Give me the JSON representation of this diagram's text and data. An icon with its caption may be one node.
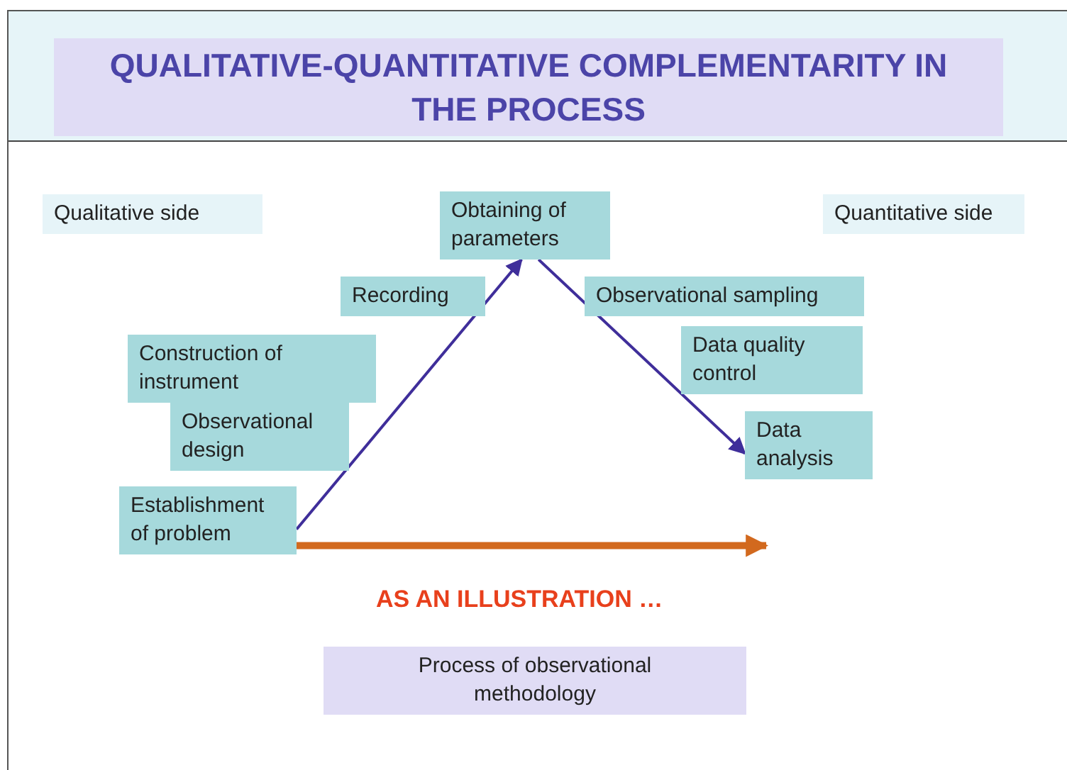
{
  "diagram": {
    "title": "QUALITATIVE-QUANTITATIVE COMPLEMENTARITY IN THE PROCESS",
    "nodes": [
      {
        "text": [
          "Qualitative side"
        ]
      },
      {
        "text": [
          "Obtaining of parameters"
        ]
      },
      {
        "text": [
          "Quantitative side"
        ]
      },
      {
        "text": [
          "Recording"
        ]
      },
      {
        "text": [
          "Observational sampling"
        ]
      },
      {
        "text": [
          "Construction of instrument"
        ]
      },
      {
        "text": [
          "Data quality control"
        ]
      },
      {
        "text": [
          "Observational design"
        ]
      },
      {
        "text": [
          "Data analysis"
        ]
      },
      {
        "text": [
          "Establishment of problem"
        ]
      },
      {
        "text": [
          "Process of observational methodology"
        ]
      }
    ],
    "edges": [
      {
        "from": 9,
        "to": 1,
        "arrow": "to"
      },
      {
        "from": 1,
        "to": 8,
        "arrow": "to"
      },
      {
        "from": 9,
        "to": null,
        "arrow": "to",
        "style": "thick",
        "color": "#d2691e"
      }
    ],
    "labels": [
      "AS AN ILLUSTRATION …"
    ]
  }
}
